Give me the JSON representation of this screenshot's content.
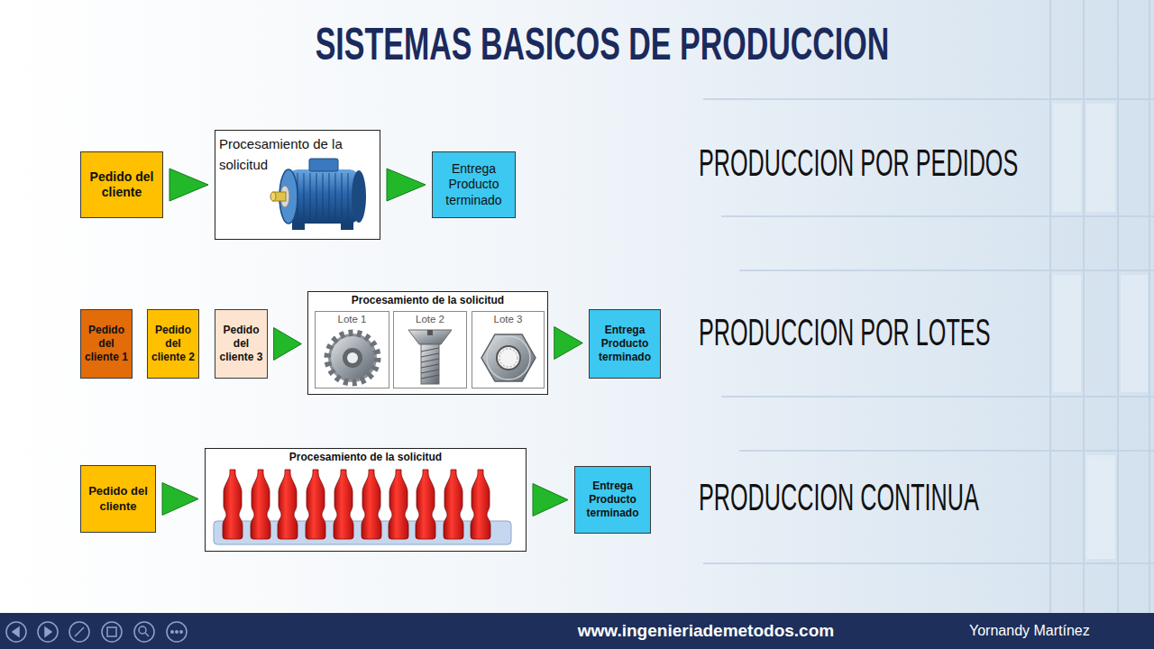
{
  "diagram": {
    "title": "SISTEMAS BASICOS DE PRODUCCION",
    "nodes": [
      {
        "text": [
          "Pedido del cliente"
        ]
      },
      {
        "text": [
          "Procesamiento de la solicitud"
        ]
      },
      {
        "text": [
          "Entrega Producto terminado"
        ]
      },
      {
        "text": [
          "Pedido del cliente 1"
        ]
      },
      {
        "text": [
          "Pedido del cliente 2"
        ]
      },
      {
        "text": [
          "Pedido del cliente 3"
        ]
      },
      {
        "text": [
          "Procesamiento de la solicitud"
        ]
      },
      {
        "text": [
          "Lote 1"
        ],
        "in": 6
      },
      {
        "text": [
          "Lote 2"
        ],
        "in": 6
      },
      {
        "text": [
          "Lote 3"
        ],
        "in": 6
      },
      {
        "text": [
          "Entrega Producto terminado"
        ]
      },
      {
        "text": [
          "Pedido del cliente"
        ]
      },
      {
        "text": [
          "Procesamiento de la solicitud"
        ]
      },
      {
        "text": [
          "Entrega Producto terminado"
        ]
      }
    ],
    "edges": [
      {
        "from": 0,
        "to": 1,
        "arrow": "to"
      },
      {
        "from": 1,
        "to": 2,
        "arrow": "to"
      },
      {
        "from": 5,
        "to": 6,
        "arrow": "to"
      },
      {
        "from": 6,
        "to": 10,
        "arrow": "to"
      },
      {
        "from": 11,
        "to": 12,
        "arrow": "to"
      },
      {
        "from": 12,
        "to": 13,
        "arrow": "to"
      }
    ],
    "labels": [
      "PRODUCCION POR PEDIDOS",
      "PRODUCCION POR LOTES",
      "PRODUCCION CONTINUA",
      "www.ingenieriademetodos.com",
      "Yornandy Martínez"
    ]
  }
}
